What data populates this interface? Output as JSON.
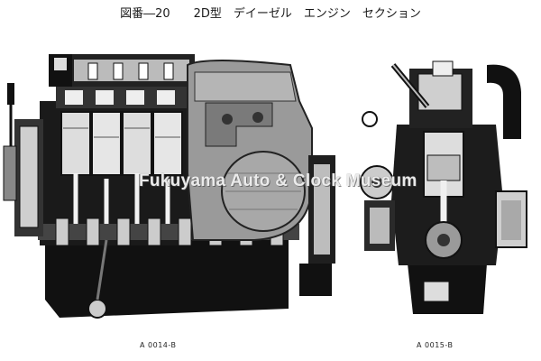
{
  "header": {
    "title": "図番―20　　2D型　デイーゼル　エンジン　セクション"
  },
  "figures": [
    {
      "id": "side-section",
      "caption": "A 0014-B"
    },
    {
      "id": "cross-section",
      "caption": "A 0015-B"
    }
  ],
  "watermark": {
    "text": "Fukuyama Auto & Clock Museum"
  },
  "colors": {
    "ink": "#111111",
    "gray": "#8a8a8a",
    "light": "#d8d8d8",
    "paper": "#ffffff"
  }
}
